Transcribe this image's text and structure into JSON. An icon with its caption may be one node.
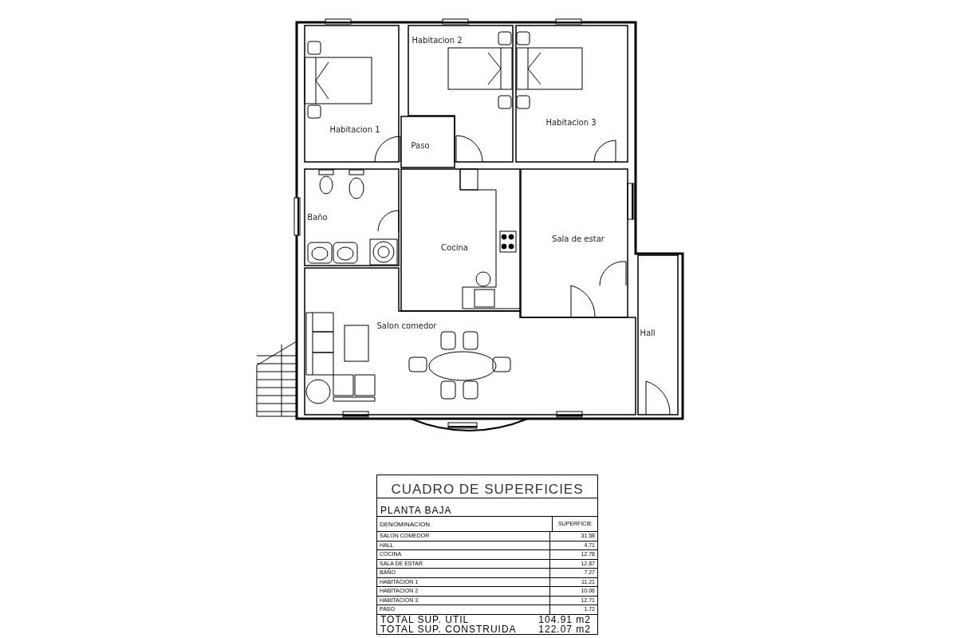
{
  "diagram": {
    "nodes": [
      {
        "text": [
          "Habitacion 1"
        ]
      },
      {
        "text": [
          "Habitacion 2"
        ]
      },
      {
        "text": [
          "Habitacion 3"
        ]
      },
      {
        "text": [
          "Paso"
        ]
      },
      {
        "text": [
          "Baño"
        ]
      },
      {
        "text": [
          "Cocina"
        ]
      },
      {
        "text": [
          "Sala de estar"
        ]
      },
      {
        "text": [
          "Salon comedor"
        ]
      },
      {
        "text": [
          "Hall"
        ]
      }
    ],
    "labels": [
      "CUADRO DE SUPERFICIES",
      "PLANTA BAJA",
      "DENOMINACION",
      "SUPERFICIE",
      "SALON COMEDOR",
      "31.58",
      "HALL",
      "4.71",
      "COCINA",
      "12.78",
      "SALA DE ESTAR",
      "12.87",
      "BAÑO",
      "7.27",
      "HABITACION 1",
      "11.21",
      "HABITACION 2",
      "10.06",
      "HABITACION 3",
      "12.71",
      "PASO",
      "1.72",
      "TOTAL SUP. UTIL",
      "104.91 m2",
      "TOTAL SUP. CONSTRUIDA",
      "122.07 m2"
    ]
  }
}
